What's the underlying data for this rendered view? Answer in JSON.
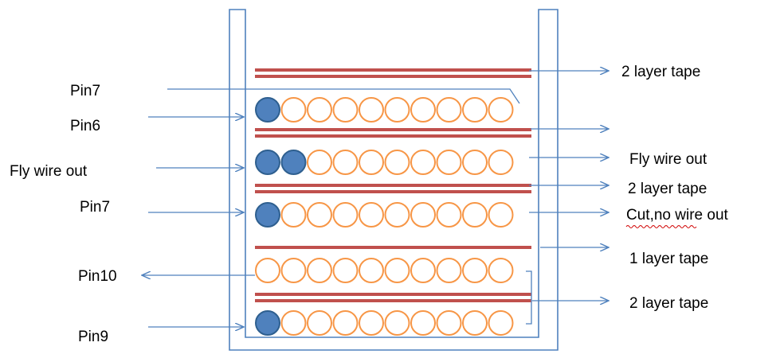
{
  "colors": {
    "bobbin": "#4f81bd",
    "arrow": "#4f81bd",
    "tape": "#c0504d",
    "wire_turn": "#f79646",
    "filled_turn": "#4f81bd",
    "filled_turn_edge": "#2e5f8f"
  },
  "left_labels": [
    {
      "id": "pin7-top",
      "text": "Pin7",
      "direction": "in"
    },
    {
      "id": "pin6",
      "text": "Pin6",
      "direction": "in"
    },
    {
      "id": "fly-wire-out-left",
      "text": "Fly wire out",
      "direction": "in"
    },
    {
      "id": "pin7-mid",
      "text": "Pin7",
      "direction": "in"
    },
    {
      "id": "pin10",
      "text": "Pin10",
      "direction": "out"
    },
    {
      "id": "pin9",
      "text": "Pin9",
      "direction": "in"
    }
  ],
  "right_labels": [
    {
      "id": "tape-top",
      "text": "2 layer tape"
    },
    {
      "id": "unlabeled-arrow",
      "text": ""
    },
    {
      "id": "fly-wire-out-right",
      "text": "Fly wire out"
    },
    {
      "id": "tape-second",
      "text": "2 layer tape"
    },
    {
      "id": "cut-no-wire-out",
      "text": "Cut,no wire out",
      "spellcheck_mark": true
    },
    {
      "id": "tape-single",
      "text": "1 layer tape"
    },
    {
      "id": "tape-bottom",
      "text": "2 layer tape"
    }
  ],
  "winding_layers": [
    {
      "turns": 10,
      "filled": 1
    },
    {
      "turns": 10,
      "filled": 2
    },
    {
      "turns": 10,
      "filled": 1
    },
    {
      "turns": 10,
      "filled": 0
    },
    {
      "turns": 10,
      "filled": 1
    }
  ],
  "tape_layers": [
    2,
    2,
    2,
    1,
    2
  ]
}
